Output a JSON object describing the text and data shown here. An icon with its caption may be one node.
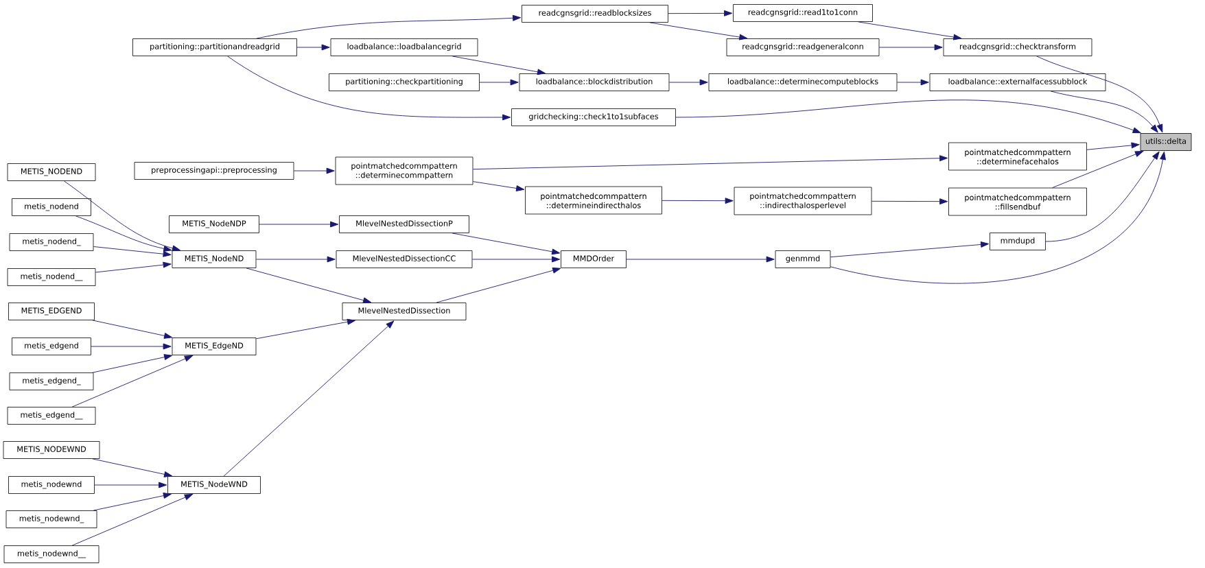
{
  "diagram": {
    "nodes": [
      {
        "text": [
          "utils::delta"
        ]
      },
      {
        "text": [
          "readcgnsgrid::readblocksizes"
        ]
      },
      {
        "text": [
          "readcgnsgrid::read1to1conn"
        ]
      },
      {
        "text": [
          "partitioning::partitionandreadgrid"
        ]
      },
      {
        "text": [
          "loadbalance::loadbalancegrid"
        ]
      },
      {
        "text": [
          "readcgnsgrid::readgeneralconn"
        ]
      },
      {
        "text": [
          "readcgnsgrid::checktransform"
        ]
      },
      {
        "text": [
          "partitioning::checkpartitioning"
        ]
      },
      {
        "text": [
          "loadbalance::blockdistribution"
        ]
      },
      {
        "text": [
          "loadbalance::determinecomputeblocks"
        ]
      },
      {
        "text": [
          "loadbalance::externalfacessubblock"
        ]
      },
      {
        "text": [
          "gridchecking::check1to1subfaces"
        ]
      },
      {
        "text": [
          "pointmatchedcommpattern ::determinefacehalos"
        ]
      },
      {
        "text": [
          "METIS_NODEND"
        ]
      },
      {
        "text": [
          "preprocessingapi::preprocessing"
        ]
      },
      {
        "text": [
          "pointmatchedcommpattern ::determinecommpattern"
        ]
      },
      {
        "text": [
          "metis_nodend"
        ]
      },
      {
        "text": [
          "pointmatchedcommpattern ::determineindirecthalos"
        ]
      },
      {
        "text": [
          "pointmatchedcommpattern ::indirecthalosperlevel"
        ]
      },
      {
        "text": [
          "pointmatchedcommpattern ::fillsendbuf"
        ]
      },
      {
        "text": [
          "METIS_NodeNDP"
        ]
      },
      {
        "text": [
          "MlevelNestedDissectionP"
        ]
      },
      {
        "text": [
          "mmdupd"
        ]
      },
      {
        "text": [
          "metis_nodend_"
        ]
      },
      {
        "text": [
          "METIS_NodeND"
        ]
      },
      {
        "text": [
          "MlevelNestedDissectionCC"
        ]
      },
      {
        "text": [
          "MMDOrder"
        ]
      },
      {
        "text": [
          "genmmd"
        ]
      },
      {
        "text": [
          "metis_nodend__"
        ]
      },
      {
        "text": [
          "METIS_EDGEND"
        ]
      },
      {
        "text": [
          "MlevelNestedDissection"
        ]
      },
      {
        "text": [
          "metis_edgend"
        ]
      },
      {
        "text": [
          "METIS_EdgeND"
        ]
      },
      {
        "text": [
          "metis_edgend_"
        ]
      },
      {
        "text": [
          "metis_edgend__"
        ]
      },
      {
        "text": [
          "METIS_NODEWND"
        ]
      },
      {
        "text": [
          "metis_nodewnd"
        ]
      },
      {
        "text": [
          "METIS_NodeWND"
        ]
      },
      {
        "text": [
          "metis_nodewnd_"
        ]
      },
      {
        "text": [
          "metis_nodewnd__"
        ]
      }
    ],
    "edges": [
      {
        "from": 3,
        "to": 1,
        "arrow": "to"
      },
      {
        "from": 3,
        "to": 4,
        "arrow": "to"
      },
      {
        "from": 3,
        "to": 11,
        "arrow": "to"
      },
      {
        "from": 1,
        "to": 2,
        "arrow": "to"
      },
      {
        "from": 1,
        "to": 5,
        "arrow": "to"
      },
      {
        "from": 2,
        "to": 6,
        "arrow": "to"
      },
      {
        "from": 5,
        "to": 6,
        "arrow": "to"
      },
      {
        "from": 6,
        "to": 0,
        "arrow": "to"
      },
      {
        "from": 4,
        "to": 8,
        "arrow": "to"
      },
      {
        "from": 7,
        "to": 8,
        "arrow": "to"
      },
      {
        "from": 8,
        "to": 9,
        "arrow": "to"
      },
      {
        "from": 9,
        "to": 10,
        "arrow": "to"
      },
      {
        "from": 10,
        "to": 0,
        "arrow": "to"
      },
      {
        "from": 11,
        "to": 0,
        "arrow": "to"
      },
      {
        "from": 14,
        "to": 15,
        "arrow": "to"
      },
      {
        "from": 15,
        "to": 12,
        "arrow": "to"
      },
      {
        "from": 12,
        "to": 0,
        "arrow": "to"
      },
      {
        "from": 15,
        "to": 17,
        "arrow": "to"
      },
      {
        "from": 17,
        "to": 18,
        "arrow": "to"
      },
      {
        "from": 18,
        "to": 19,
        "arrow": "to"
      },
      {
        "from": 19,
        "to": 0,
        "arrow": "to"
      },
      {
        "from": 20,
        "to": 21,
        "arrow": "to"
      },
      {
        "from": 21,
        "to": 26,
        "arrow": "to"
      },
      {
        "from": 25,
        "to": 26,
        "arrow": "to"
      },
      {
        "from": 30,
        "to": 26,
        "arrow": "to"
      },
      {
        "from": 26,
        "to": 27,
        "arrow": "to"
      },
      {
        "from": 27,
        "to": 22,
        "arrow": "to"
      },
      {
        "from": 22,
        "to": 0,
        "arrow": "to"
      },
      {
        "from": 27,
        "to": 0,
        "arrow": "to"
      },
      {
        "from": 13,
        "to": 24,
        "arrow": "to"
      },
      {
        "from": 16,
        "to": 24,
        "arrow": "to"
      },
      {
        "from": 23,
        "to": 24,
        "arrow": "to"
      },
      {
        "from": 28,
        "to": 24,
        "arrow": "to"
      },
      {
        "from": 24,
        "to": 25,
        "arrow": "to"
      },
      {
        "from": 24,
        "to": 30,
        "arrow": "to"
      },
      {
        "from": 29,
        "to": 32,
        "arrow": "to"
      },
      {
        "from": 31,
        "to": 32,
        "arrow": "to"
      },
      {
        "from": 33,
        "to": 32,
        "arrow": "to"
      },
      {
        "from": 34,
        "to": 32,
        "arrow": "to"
      },
      {
        "from": 32,
        "to": 30,
        "arrow": "to"
      },
      {
        "from": 35,
        "to": 37,
        "arrow": "to"
      },
      {
        "from": 36,
        "to": 37,
        "arrow": "to"
      },
      {
        "from": 38,
        "to": 37,
        "arrow": "to"
      },
      {
        "from": 39,
        "to": 37,
        "arrow": "to"
      },
      {
        "from": 37,
        "to": 30,
        "arrow": "to"
      }
    ]
  }
}
